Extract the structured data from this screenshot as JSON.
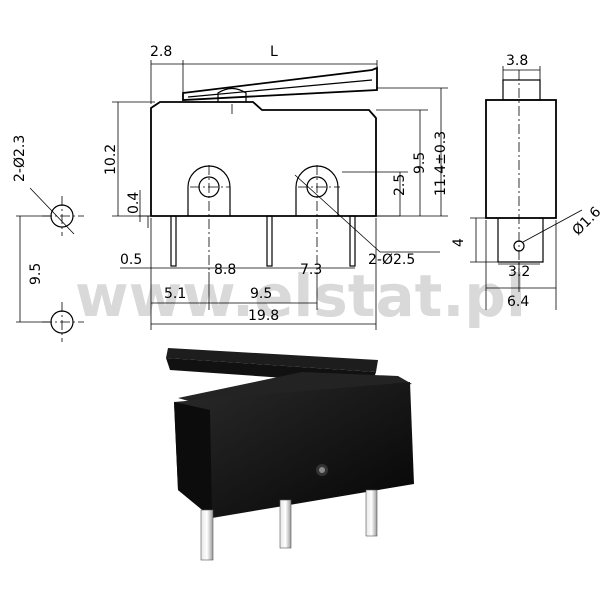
{
  "watermark": "www.elstat.pl",
  "dimensions": {
    "top_lever_offset": "2.8",
    "lever_length": "L",
    "side_width_top": "3.8",
    "body_height": "10.2",
    "hole_offset": "2.5",
    "hole_height": "9.5",
    "total_height": "11.4±0.3",
    "pin_offset": "0.4",
    "pin_thickness": "0.5",
    "pin_gap_a": "8.8",
    "pin_gap_b": "7.3",
    "hole_dia_main": "2-Ø2.5",
    "pin_pitch_a": "5.1",
    "pin_pitch_b": "9.5",
    "overall_length": "19.8",
    "side_pin_height": "4",
    "side_hole_dia": "Ø1.6",
    "side_hole_offset": "3.2",
    "side_width": "6.4",
    "mount_hole_dia": "2-Ø2.3",
    "mount_hole_spacing": "9.5"
  }
}
